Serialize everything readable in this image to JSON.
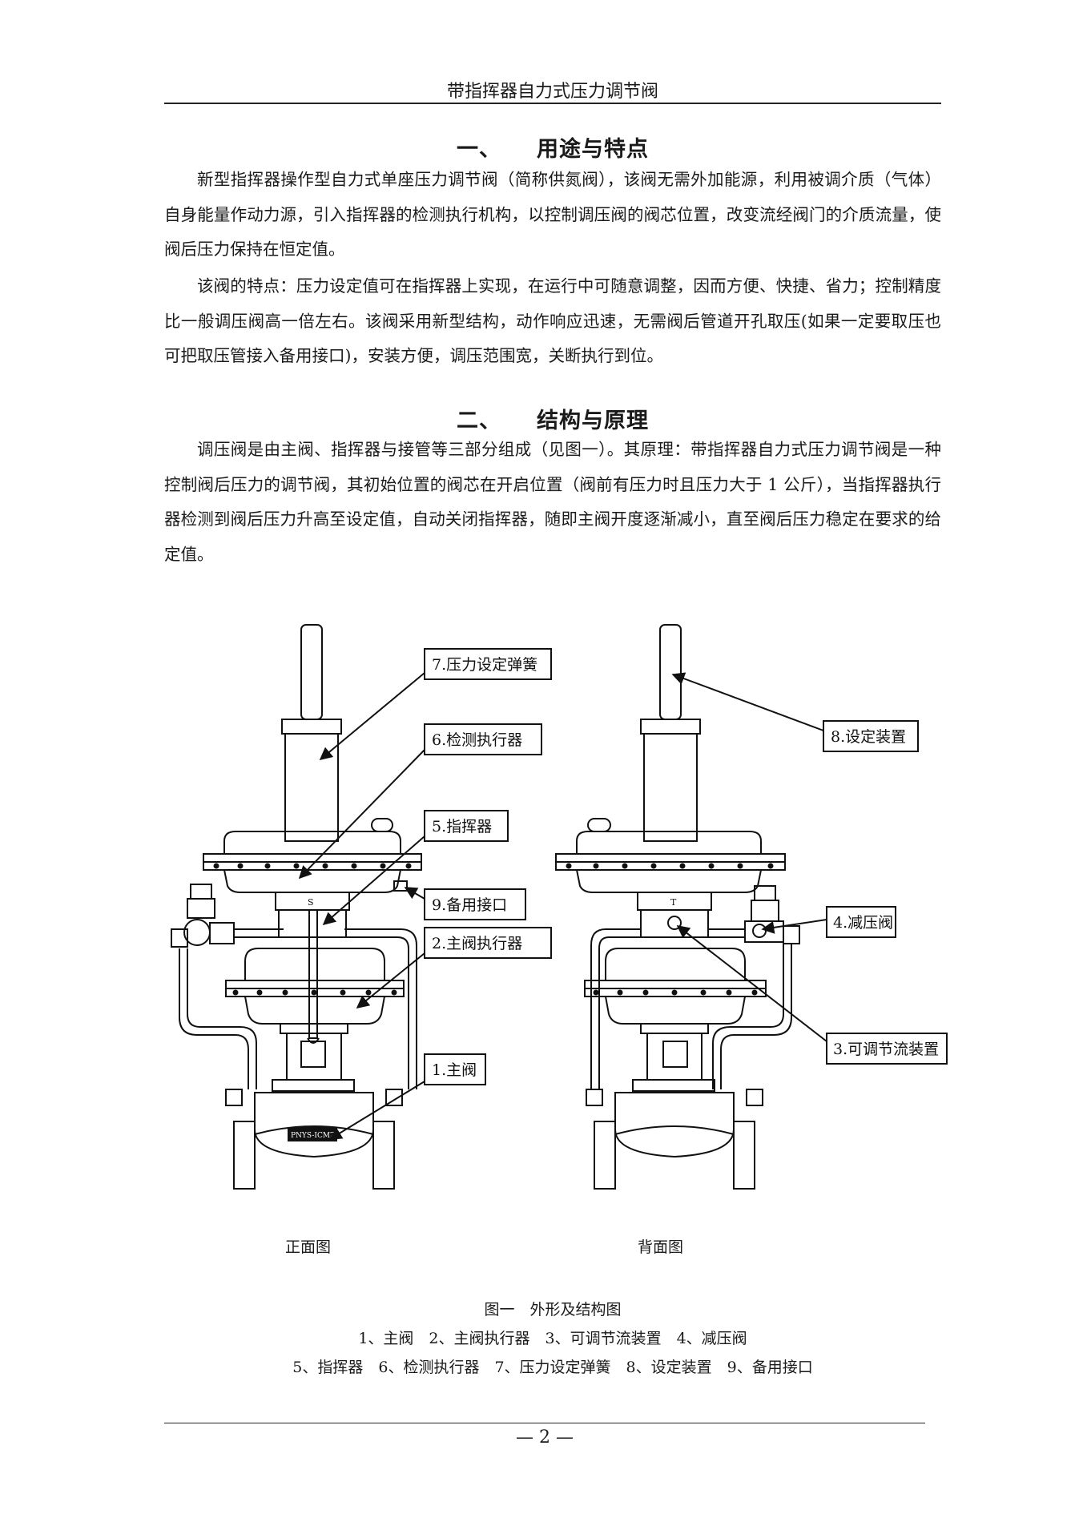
{
  "header": {
    "title": "带指挥器自力式压力调节阀"
  },
  "section1": {
    "number": "一、",
    "title": "用途与特点",
    "paragraphs": [
      "新型指挥器操作型自力式单座压力调节阀（简称供氮阀），该阀无需外加能源，利用被调介质（气体）自身能量作动力源，引入指挥器的检测执行机构，以控制调压阀的阀芯位置，改变流经阀门的介质流量，使阀后压力保持在恒定值。",
      "该阀的特点：压力设定值可在指挥器上实现，在运行中可随意调整，因而方便、快捷、省力；控制精度比一般调压阀高一倍左右。该阀采用新型结构，动作响应迅速，无需阀后管道开孔取压(如果一定要取压也可把取压管接入备用接口)，安装方便，调压范围宽，关断执行到位。"
    ]
  },
  "section2": {
    "number": "二、",
    "title": "结构与原理",
    "paragraphs": [
      "调压阀是由主阀、指挥器与接管等三部分组成（见图一）。其原理：带指挥器自力式压力调节阀是一种控制阀后压力的调节阀，其初始位置的阀芯在开启位置（阀前有压力时且压力大于 1 公斤），当指挥器执行器检测到阀后压力升高至设定值，自动关闭指挥器，随即主阀开度逐渐减小，直至阀后压力稳定在要求的给定值。"
    ]
  },
  "figure": {
    "front_labels": [
      "7.压力设定弹簧",
      "6.检测执行器",
      "5.指挥器",
      "9.备用接口",
      "2.主阀执行器",
      "1.主阀"
    ],
    "back_labels": [
      "8.设定装置",
      "4.减压阀",
      "3.可调节流装置"
    ],
    "front_caption": "正面图",
    "back_caption": "背面图",
    "caption": "图一　外形及结构图",
    "legend_line1": "1、主阀　2、主阀执行器　3、可调节流装置　4、减压阀",
    "legend_line2": "5、指挥器　6、检测执行器　7、压力设定弹簧　8、设定装置　9、备用接口",
    "nameplate": "PNYS-ICMZS",
    "stamp_s": "S",
    "stamp_t": "T"
  },
  "footer": {
    "page": "— 2 —"
  }
}
